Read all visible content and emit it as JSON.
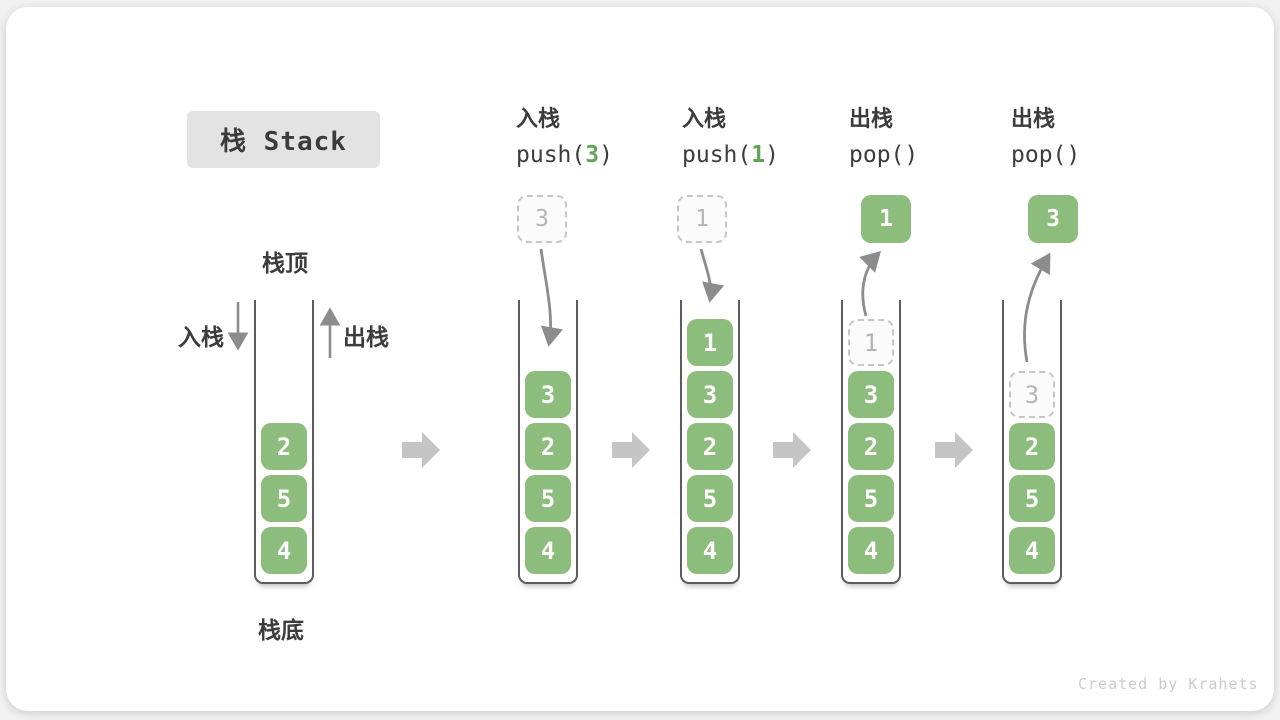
{
  "title": "栈 Stack",
  "labels": {
    "stack_top": "栈顶",
    "stack_bottom": "栈底",
    "push_side": "入栈",
    "pop_side": "出栈"
  },
  "operations": [
    {
      "label": "入栈",
      "code_pre": "push(",
      "arg": "3",
      "code_post": ")"
    },
    {
      "label": "入栈",
      "code_pre": "push(",
      "arg": "1",
      "code_post": ")"
    },
    {
      "label": "出栈",
      "code_pre": "pop()",
      "arg": "",
      "code_post": ""
    },
    {
      "label": "出栈",
      "code_pre": "pop()",
      "arg": "",
      "code_post": ""
    }
  ],
  "stacks": [
    {
      "blocks": [
        {
          "value": "2"
        },
        {
          "value": "5"
        },
        {
          "value": "4"
        }
      ]
    },
    {
      "blocks": [
        {
          "value": "3"
        },
        {
          "value": "2"
        },
        {
          "value": "5"
        },
        {
          "value": "4"
        }
      ]
    },
    {
      "blocks": [
        {
          "value": "1"
        },
        {
          "value": "3"
        },
        {
          "value": "2"
        },
        {
          "value": "5"
        },
        {
          "value": "4"
        }
      ]
    },
    {
      "ghost": "1",
      "blocks": [
        {
          "value": "3"
        },
        {
          "value": "2"
        },
        {
          "value": "5"
        },
        {
          "value": "4"
        }
      ]
    },
    {
      "ghost": "3",
      "blocks": [
        {
          "value": "2"
        },
        {
          "value": "5"
        },
        {
          "value": "4"
        }
      ]
    }
  ],
  "floating": [
    {
      "value": "3",
      "style": "dashed"
    },
    {
      "value": "1",
      "style": "dashed"
    },
    {
      "value": "1",
      "style": "solid"
    },
    {
      "value": "3",
      "style": "solid"
    }
  ],
  "watermark": "Created by Krahets",
  "colors": {
    "block_green": "#8cbd7c",
    "code_arg_green": "#61a656",
    "curved_arrow_gray": "#8c8c8c",
    "flow_arrow_gray": "#c5c5c5",
    "badge_gray": "#e3e3e3",
    "text_dark": "#3c3c3c"
  }
}
